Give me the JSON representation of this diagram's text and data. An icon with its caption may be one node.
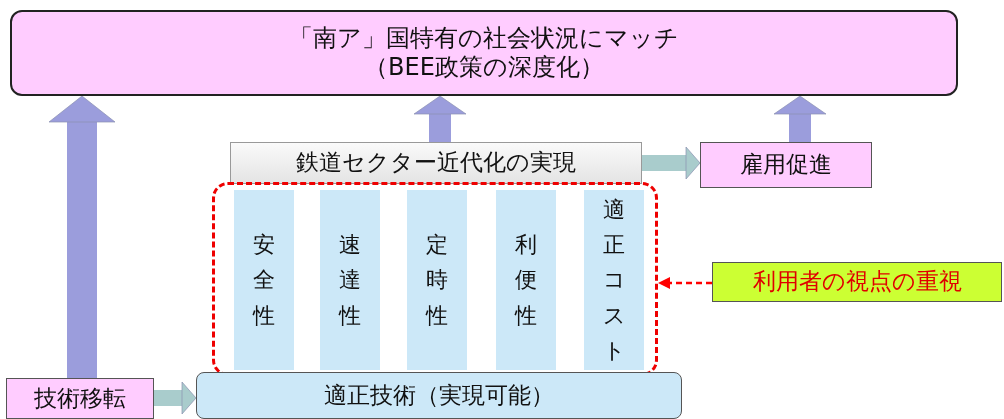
{
  "diagram": {
    "nodes": [
      {
        "text": [
          "「南ア」国特有の社会状況にマッチ",
          "（BEE政策の深度化）"
        ]
      },
      {
        "text": [
          "鉄道セクター近代化の実現"
        ]
      },
      {
        "text": [
          "雇用促進"
        ]
      },
      {
        "text": [],
        "shape": "box"
      },
      {
        "text": [
          "安全性"
        ],
        "in": 3
      },
      {
        "text": [
          "速達性"
        ],
        "in": 3
      },
      {
        "text": [
          "定時性"
        ],
        "in": 3
      },
      {
        "text": [
          "利便性"
        ],
        "in": 3
      },
      {
        "text": [
          "適正コスト"
        ],
        "in": 3
      },
      {
        "text": [
          "利用者の視点の重視"
        ]
      },
      {
        "text": [
          "技術移転"
        ]
      },
      {
        "text": [
          "適正技術（実現可能）"
        ]
      }
    ],
    "edges": [
      {
        "from": 10,
        "to": 0,
        "arrow": "to",
        "style": "thick"
      },
      {
        "from": 1,
        "to": 0,
        "arrow": "to"
      },
      {
        "from": 2,
        "to": 0,
        "arrow": "to"
      },
      {
        "from": 1,
        "to": 2,
        "arrow": "to",
        "color": "#a9cccc"
      },
      {
        "from": 10,
        "to": 11,
        "arrow": "to",
        "color": "#a9cccc"
      },
      {
        "from": 9,
        "to": 3,
        "arrow": "to",
        "style": "dashed",
        "color": "#ff0000"
      }
    ]
  }
}
